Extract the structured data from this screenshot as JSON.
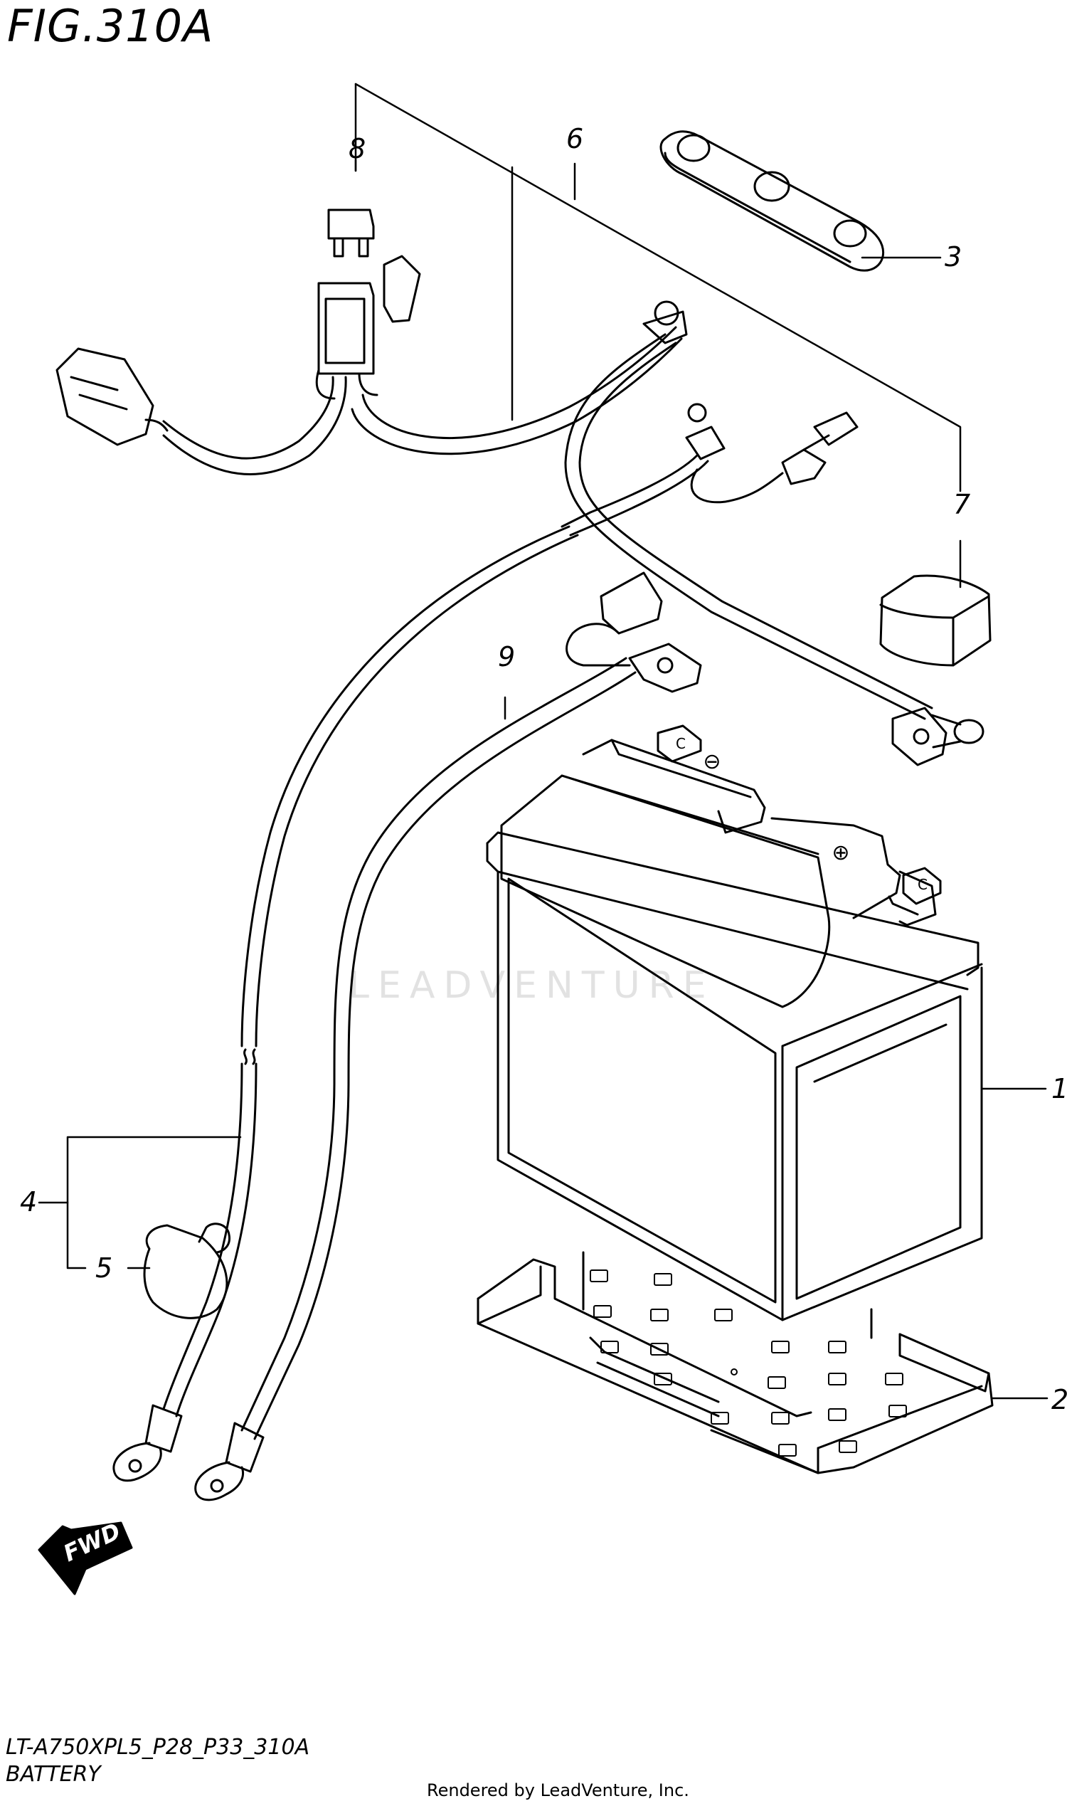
{
  "figure": {
    "title": "FIG.310A",
    "model_code": "LT-A750XPL5_P28_P33_310A",
    "section_name": "BATTERY",
    "credit": "Rendered by LeadVenture, Inc.",
    "watermark": "LEADVENTURE"
  },
  "callouts": [
    {
      "id": "1",
      "part": "battery"
    },
    {
      "id": "2",
      "part": "battery-tray"
    },
    {
      "id": "3",
      "part": "battery-strap"
    },
    {
      "id": "4",
      "part": "negative-cable"
    },
    {
      "id": "5",
      "part": "terminal-cap"
    },
    {
      "id": "6",
      "part": "positive-cable"
    },
    {
      "id": "7",
      "part": "terminal-cover"
    },
    {
      "id": "8",
      "part": "fuse"
    },
    {
      "id": "9",
      "part": "ground-lead"
    }
  ],
  "direction_marker": {
    "label": "FWD"
  },
  "battery_terminals": {
    "negative": "⊖",
    "positive": "⊕",
    "clamp": "C"
  },
  "colors": {
    "line": "#000000",
    "background": "#ffffff",
    "watermark": "#e2e2e2"
  }
}
